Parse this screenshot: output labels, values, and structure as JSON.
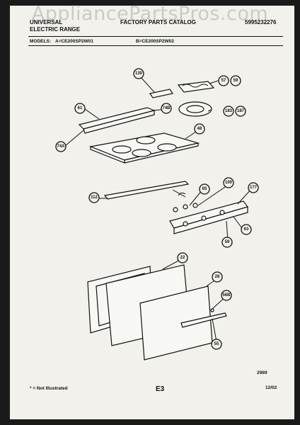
{
  "header": {
    "brand": "UNIVERSAL",
    "product": "ELECTRIC RANGE",
    "catalog": "FACTORY PARTS CATALOG",
    "doc_number": "5995232276",
    "models_label": "MODELS:",
    "model_a": "A=CE200SP2W01",
    "model_b": "B=CE200SP2W02"
  },
  "watermark": "AppliancePartsPros.com",
  "callouts": [
    "130",
    "57",
    "59",
    "61",
    "74B",
    "183",
    "187",
    "48",
    "74A",
    "112",
    "65",
    "100",
    "177",
    "63",
    "59",
    "22",
    "28",
    "56B",
    "55"
  ],
  "footer": {
    "diagram_number": "2969",
    "note": "* = Not Illustrated",
    "page": "E3",
    "date": "12/02"
  }
}
